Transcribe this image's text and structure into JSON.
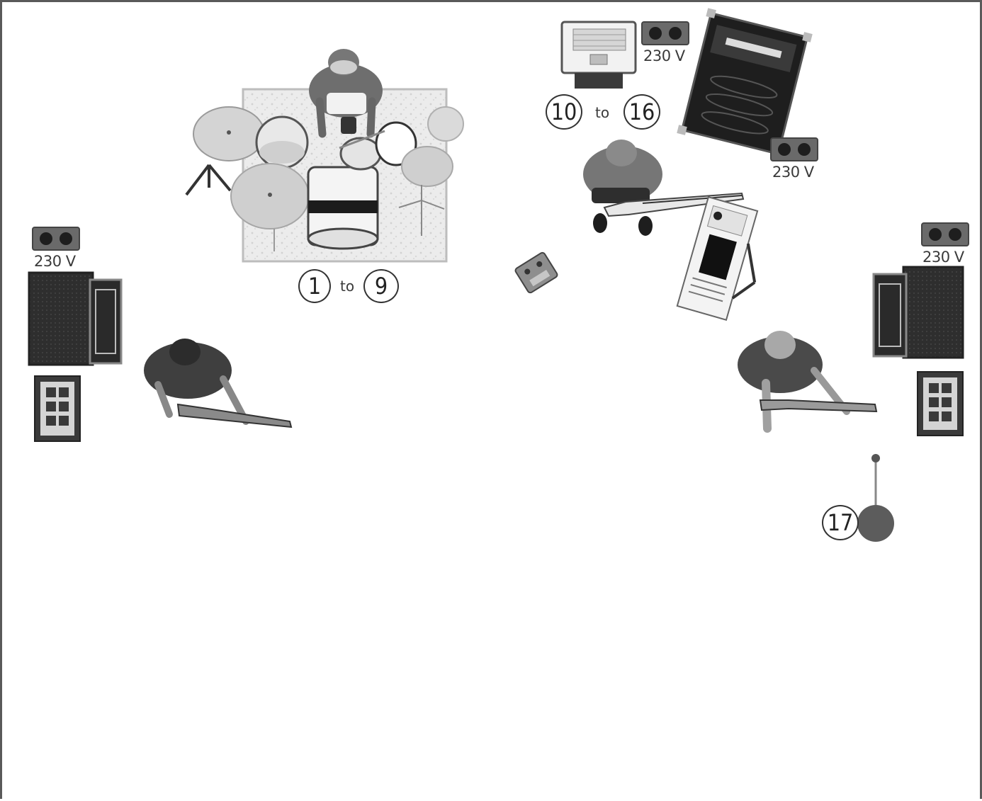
{
  "outlets": {
    "voltage_label": "230 V"
  },
  "drums": {
    "range_start": "1",
    "range_word": "to",
    "range_end": "9"
  },
  "keys": {
    "range_start": "10",
    "range_word": "to",
    "range_end": "16"
  },
  "vocal": {
    "channel": "17"
  }
}
